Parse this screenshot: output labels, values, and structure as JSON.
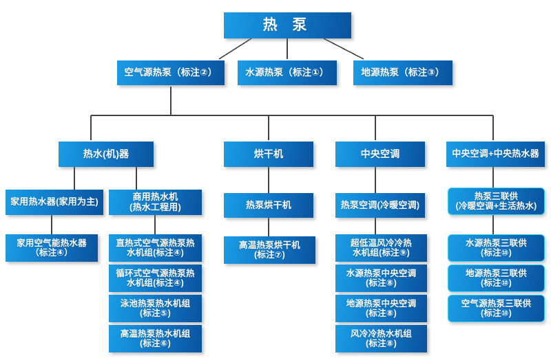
{
  "diagram": {
    "title": "热泵",
    "type": "organizational-tree",
    "colors": {
      "box_gradient_light": "#1b9de4",
      "box_gradient_dark": "#0a539d",
      "rounded_border": "#35d2ef",
      "connector": "#404040",
      "text": "#ffffff",
      "background": "#ffffff"
    },
    "levels": {
      "level1": [
        {
          "id": "root",
          "label": "热  泵"
        }
      ],
      "level2": [
        {
          "id": "air-source",
          "label": "空气源热泵（标注②）"
        },
        {
          "id": "water-source",
          "label": "水源热泵（标注①）"
        },
        {
          "id": "ground-source",
          "label": "地源热泵（标注③）"
        }
      ],
      "level3": [
        {
          "id": "water-heater",
          "label": "热水(机)器"
        },
        {
          "id": "dryer",
          "label": "烘干机"
        },
        {
          "id": "central-ac",
          "label": "中央空调"
        },
        {
          "id": "central-ac-plus",
          "label": "中央空调+中央热水器"
        }
      ],
      "level4": [
        {
          "id": "home-water-heater",
          "label": "家用热水器(家用为主)"
        },
        {
          "id": "commercial-water-heater",
          "label": "商用热水机\n(热水工程用)"
        },
        {
          "id": "heat-pump-dryer",
          "label": "热泵烘干机"
        },
        {
          "id": "heat-pump-ac",
          "label": "热泵空调(冷暖空调)"
        },
        {
          "id": "tri-generation",
          "label": "热泵三联供\n(冷暖空调+生活热水)"
        }
      ],
      "level5": {
        "column_home": [
          {
            "id": "home-air-energy",
            "label": "家用空气能热水器\n（标注④）"
          }
        ],
        "column_commercial": [
          {
            "id": "direct-heating",
            "label": "直热式空气源热泵热\n水机组(标注④)"
          },
          {
            "id": "circulating",
            "label": "循环式空气源热泵热\n水机组(标注④)"
          },
          {
            "id": "pool",
            "label": "泳池热泵热水机组\n(标注⑤)"
          },
          {
            "id": "high-temp",
            "label": "高温热泵热水机组\n(标注⑥)"
          }
        ],
        "column_dryer": [
          {
            "id": "high-temp-dryer",
            "label": "高温热泵烘干机\n(标注⑦)"
          }
        ],
        "column_ac": [
          {
            "id": "ultra-low-temp",
            "label": "超低温风冷冷热\n水机组(标注⑨)"
          },
          {
            "id": "water-source-ac",
            "label": "水源热泵中央空调\n(标注⑧)"
          },
          {
            "id": "ground-source-ac",
            "label": "地源热泵中央空调\n(标注⑧)"
          },
          {
            "id": "air-cooled",
            "label": "风冷冷热水机组\n(标注⑧)"
          }
        ],
        "column_tri": [
          {
            "id": "water-tri",
            "label": "水源热泵三联供\n(标注⑩)"
          },
          {
            "id": "ground-tri",
            "label": "地源热泵三联供\n(标注⑩)"
          },
          {
            "id": "air-tri",
            "label": "空气源热泵三联供\n(标注⑩)"
          }
        ]
      }
    }
  }
}
